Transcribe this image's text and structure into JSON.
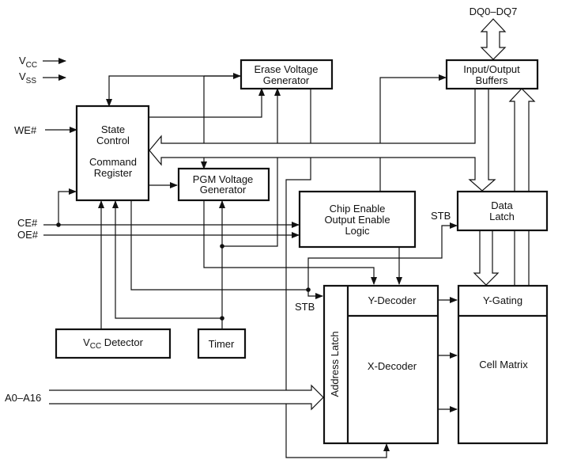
{
  "diagram": {
    "blocks": {
      "erase_voltage": [
        "Erase Voltage",
        "Generator"
      ],
      "io_buffers": [
        "Input/Output",
        "Buffers"
      ],
      "state_control": [
        "State",
        "Control",
        "Command",
        "Register"
      ],
      "pgm_voltage": [
        "PGM Voltage",
        "Generator"
      ],
      "chip_enable": [
        "Chip Enable",
        "Output Enable",
        "Logic"
      ],
      "data_latch": [
        "Data",
        "Latch"
      ],
      "address_latch": "Address Latch",
      "y_decoder": "Y-Decoder",
      "x_decoder": "X-Decoder",
      "y_gating": "Y-Gating",
      "cell_matrix": "Cell Matrix",
      "vcc_detector": {
        "main": "V",
        "sub": "CC",
        "rest": " Detector"
      },
      "timer": "Timer"
    },
    "signals": {
      "vcc": {
        "main": "V",
        "sub": "CC"
      },
      "vss": {
        "main": "V",
        "sub": "SS"
      },
      "we": "WE#",
      "ce": "CE#",
      "oe": "OE#",
      "address": "A0–A16",
      "data": "DQ0–DQ7",
      "stb_data": "STB",
      "stb_addr": "STB"
    }
  }
}
